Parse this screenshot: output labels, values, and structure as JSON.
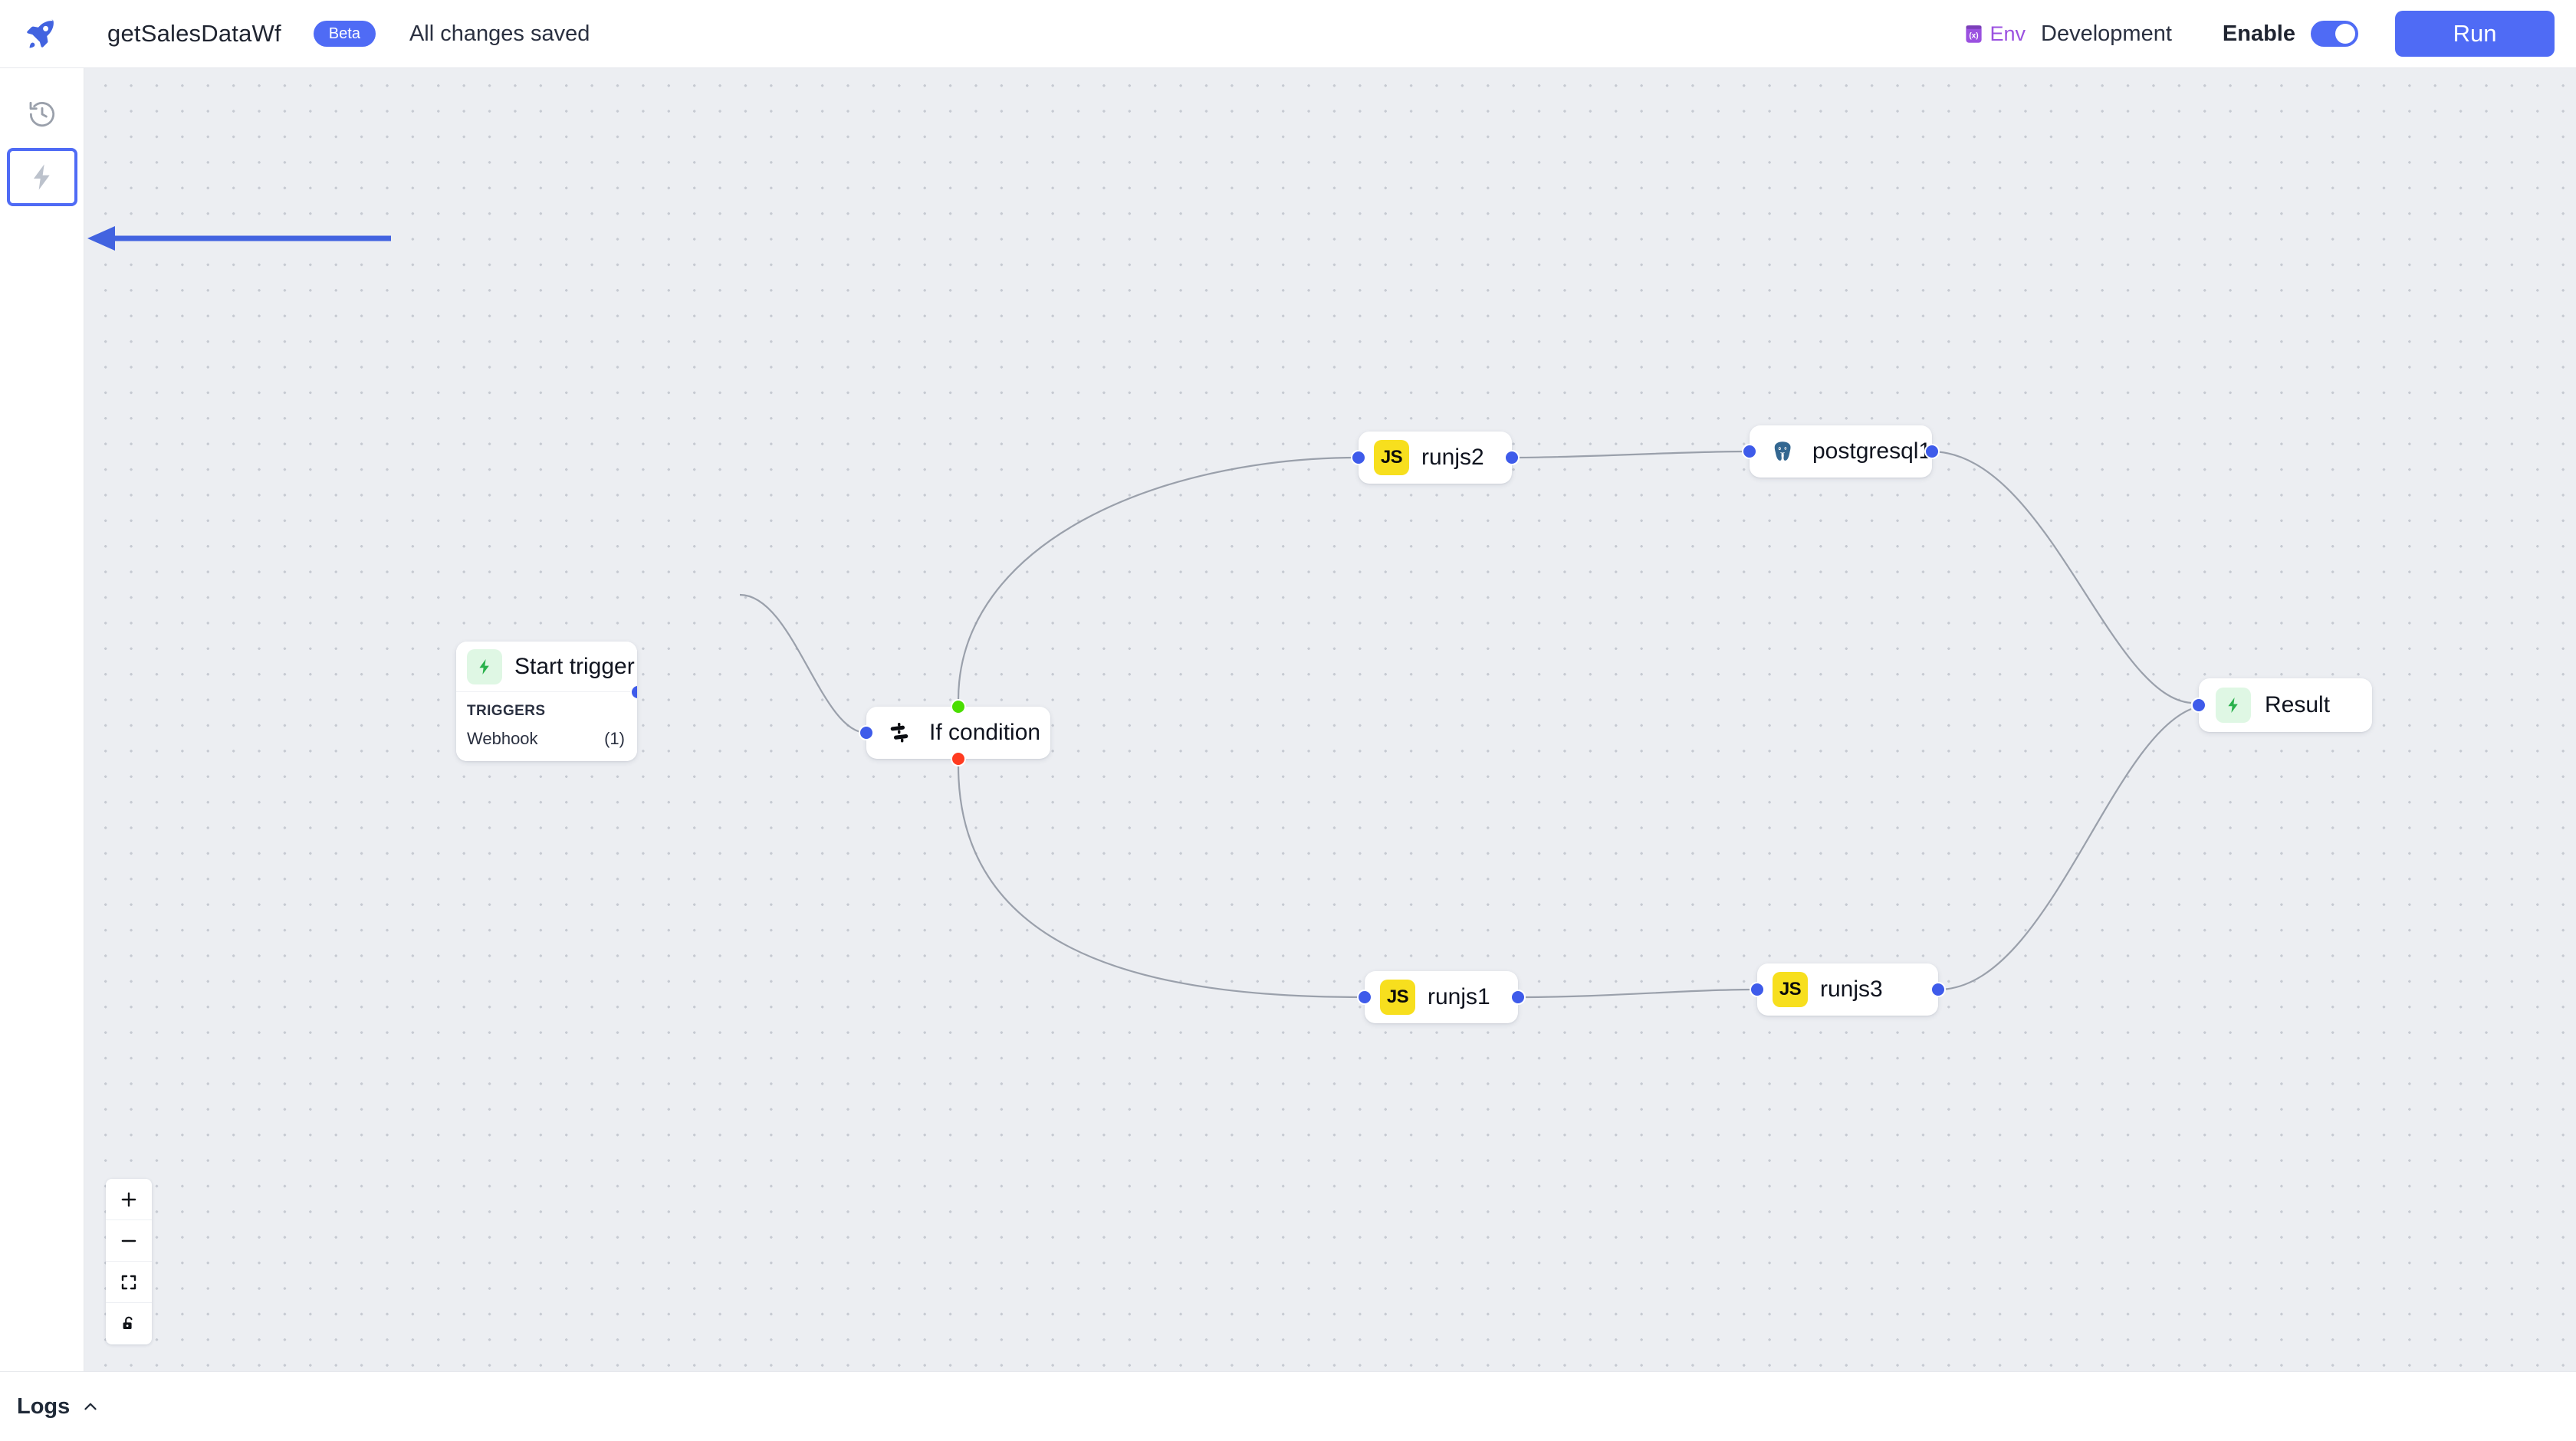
{
  "header": {
    "logo_icon": "rocket-icon",
    "workflow_title": "getSalesDataWf",
    "beta_badge": "Beta",
    "save_status": "All changes saved",
    "env_icon": "env-variable-icon",
    "env_label": "Env",
    "env_value": "Development",
    "enable_label": "Enable",
    "enable_state": "on",
    "run_label": "Run"
  },
  "sidebar": {
    "items": [
      {
        "icon": "history-clock-icon",
        "name": "history",
        "active": false
      },
      {
        "icon": "lightning-bolt-icon",
        "name": "triggers",
        "active": true
      }
    ]
  },
  "annotation": {
    "type": "arrow-left",
    "color": "#4F6BF5"
  },
  "canvas": {
    "background_color": "#ECEEF2",
    "dot_color": "#C6CAD2",
    "edge_color": "#9AA0AB"
  },
  "nodes": [
    {
      "id": "start-trigger",
      "label": "Start trigger",
      "icon": "lightning-bolt-icon",
      "icon_style": "green",
      "section_title": "TRIGGERS",
      "trigger_name": "Webhook",
      "trigger_count": "(1)"
    },
    {
      "id": "if-condition",
      "label": "If condition",
      "icon": "sliders-filter-icon",
      "icon_style": "plain"
    },
    {
      "id": "runjs2",
      "label": "runjs2",
      "icon": "js-icon",
      "icon_style": "js"
    },
    {
      "id": "runjs1",
      "label": "runjs1",
      "icon": "js-icon",
      "icon_style": "js"
    },
    {
      "id": "postgresql1",
      "label": "postgresql1",
      "icon": "postgresql-icon",
      "icon_style": "plain"
    },
    {
      "id": "runjs3",
      "label": "runjs3",
      "icon": "js-icon",
      "icon_style": "js"
    },
    {
      "id": "result",
      "label": "Result",
      "icon": "lightning-bolt-icon",
      "icon_style": "green"
    }
  ],
  "zoom_controls": [
    {
      "name": "zoom-in",
      "icon": "plus-icon"
    },
    {
      "name": "zoom-out",
      "icon": "minus-icon"
    },
    {
      "name": "fit-view",
      "icon": "fit-screen-icon"
    },
    {
      "name": "lock-canvas",
      "icon": "unlock-padlock-icon"
    }
  ],
  "logs": {
    "label": "Logs",
    "chevron": "chevron-up-icon",
    "expanded": false
  }
}
